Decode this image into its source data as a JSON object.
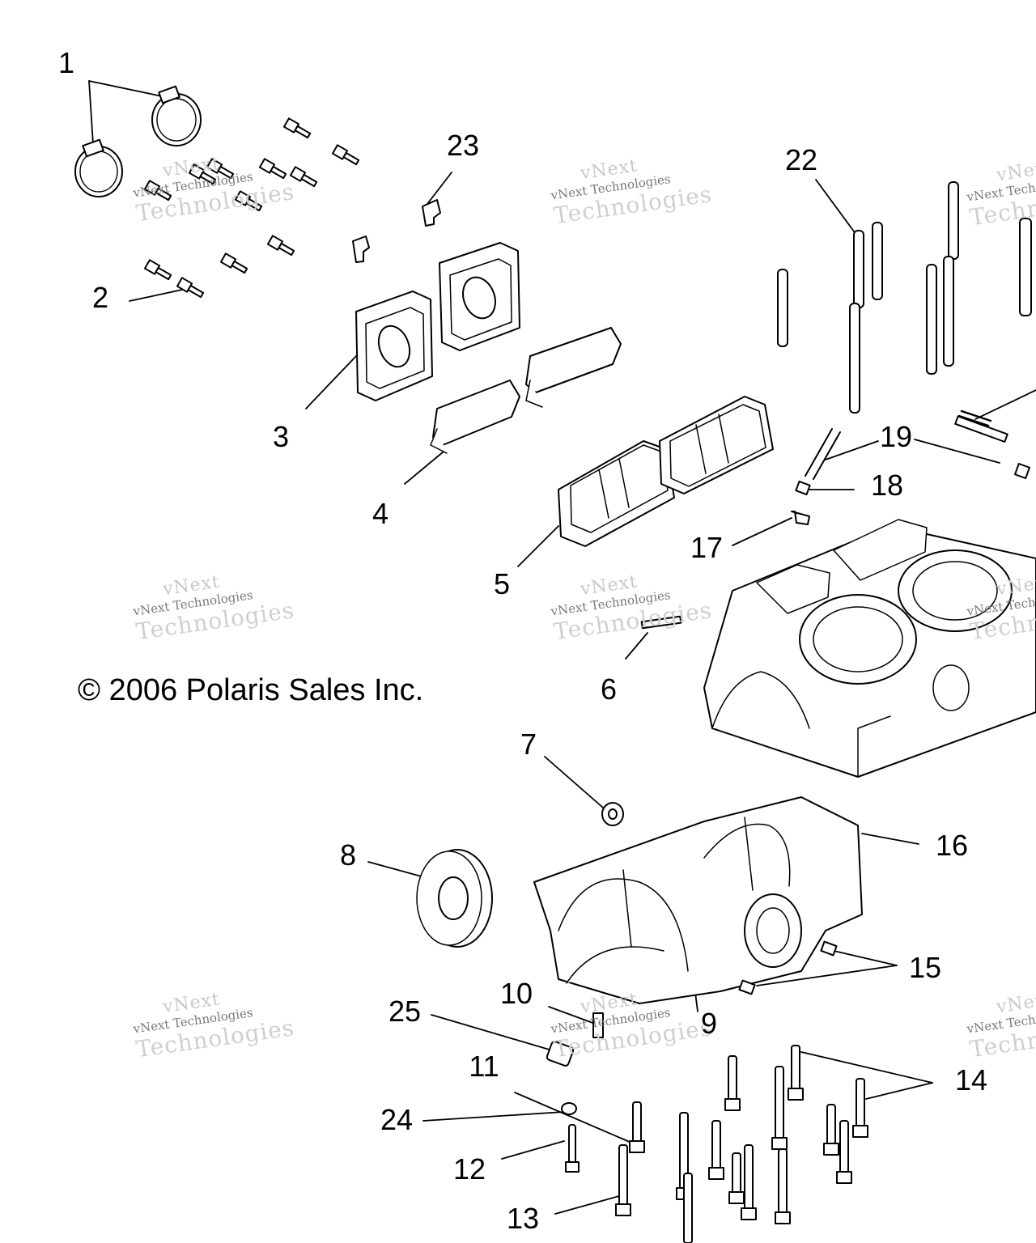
{
  "copyright": "© 2006 Polaris Sales Inc.",
  "watermark": {
    "line1": "vNext",
    "line2": "vNext Technologies",
    "line3": "Technologies"
  },
  "callouts": [
    {
      "id": "1",
      "label": "1"
    },
    {
      "id": "2",
      "label": "2"
    },
    {
      "id": "3",
      "label": "3"
    },
    {
      "id": "4",
      "label": "4"
    },
    {
      "id": "5",
      "label": "5"
    },
    {
      "id": "6",
      "label": "6"
    },
    {
      "id": "7",
      "label": "7"
    },
    {
      "id": "8",
      "label": "8"
    },
    {
      "id": "9",
      "label": "9"
    },
    {
      "id": "10",
      "label": "10"
    },
    {
      "id": "11",
      "label": "11"
    },
    {
      "id": "12",
      "label": "12"
    },
    {
      "id": "13",
      "label": "13"
    },
    {
      "id": "14",
      "label": "14"
    },
    {
      "id": "15",
      "label": "15"
    },
    {
      "id": "16",
      "label": "16"
    },
    {
      "id": "17",
      "label": "17"
    },
    {
      "id": "18",
      "label": "18"
    },
    {
      "id": "19",
      "label": "19"
    },
    {
      "id": "22",
      "label": "22"
    },
    {
      "id": "23",
      "label": "23"
    },
    {
      "id": "24",
      "label": "24"
    },
    {
      "id": "25",
      "label": "25"
    }
  ]
}
